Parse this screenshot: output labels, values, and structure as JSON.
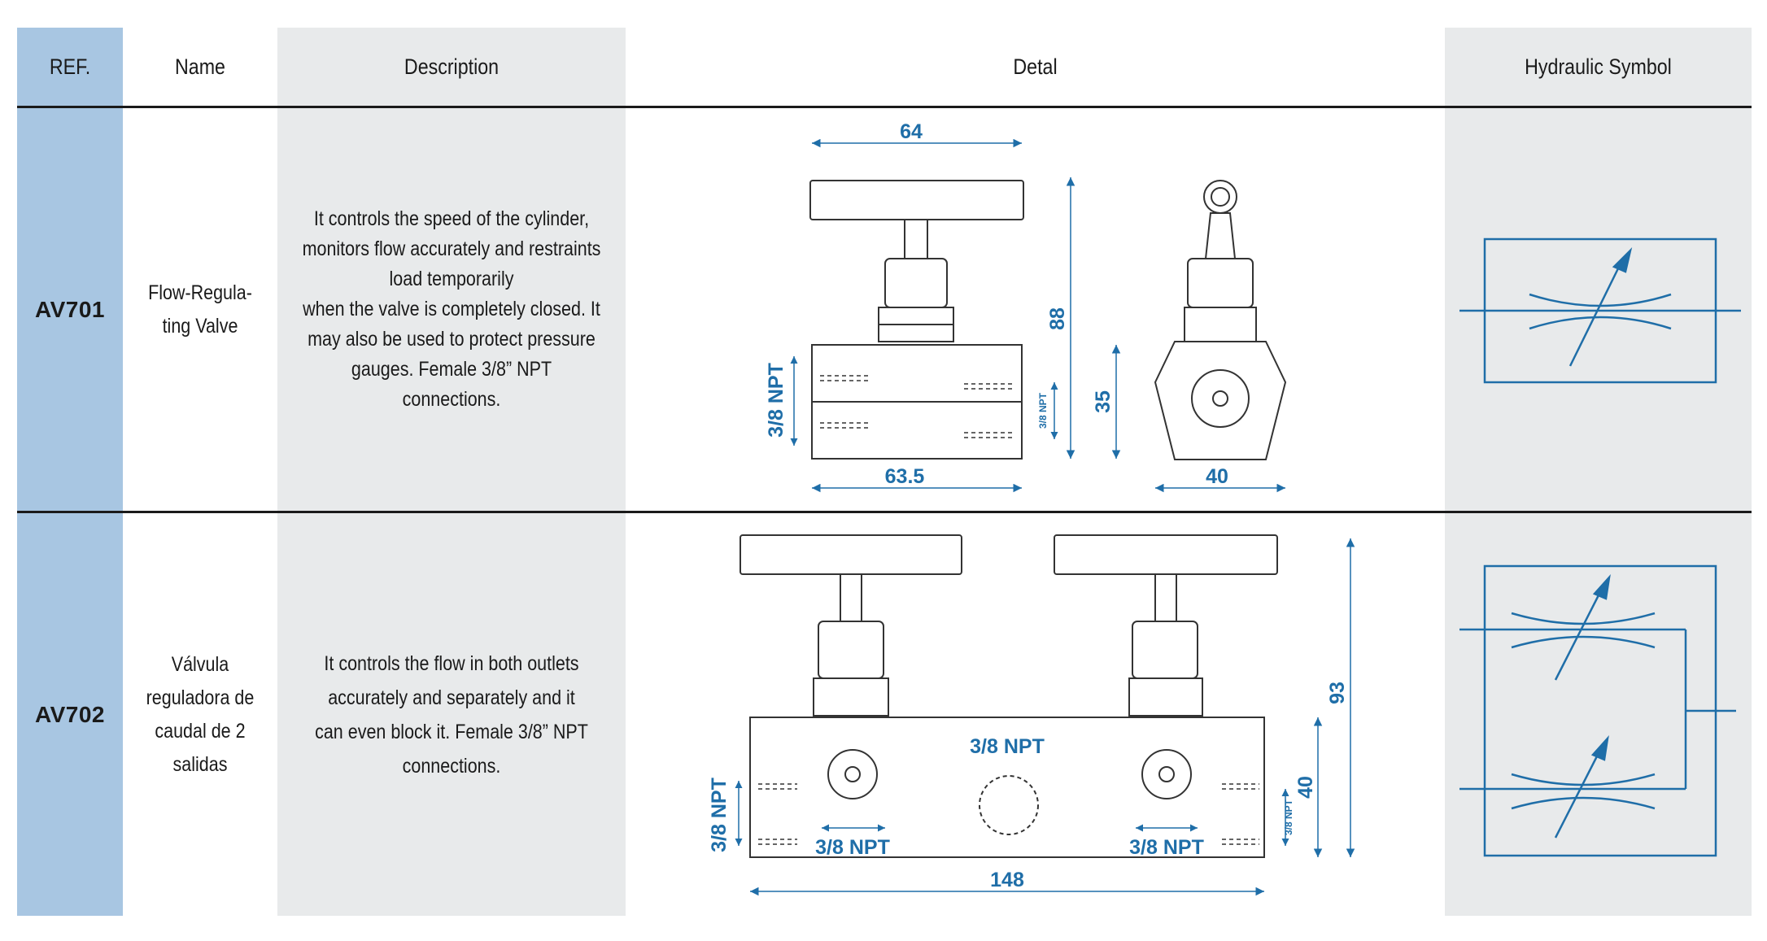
{
  "header": {
    "ref": "REF.",
    "name": "Name",
    "description": "Description",
    "detail": "Detal",
    "symbol": "Hydraulic Symbol"
  },
  "rows": [
    {
      "ref": "AV701",
      "name": "Flow-Regula-\nting Valve",
      "description": "It controls the speed of the cylinder,\nmonitors flow accurately and restraints\nload temporarily\nwhen the valve is completely closed. It\nmay also be used to protect pressure\ngauges. Female 3/8” NPT connections.",
      "dims": {
        "top_width": "64",
        "height": "88",
        "port": "3/8 NPT",
        "body_length": "63.5",
        "side_height": "35",
        "side_width": "40",
        "port_small": "3/8 NPT"
      }
    },
    {
      "ref": "AV702",
      "name": "Válvula\nreguladora de\ncaudal de 2\nsalidas",
      "description": "It controls the flow in both outlets\naccurately and separately and it\ncan even block it. Female 3/8” NPT\nconnections.",
      "dims": {
        "center_port": "3/8 NPT",
        "left_port": "3/8 NPT",
        "bottom_left_port": "3/8 NPT",
        "bottom_right_port": "3/8 NPT",
        "length": "148",
        "height": "93",
        "body_height": "40",
        "port_small": "3/8 NPT"
      }
    }
  ],
  "colors": {
    "ref_band": "#a8c6e2",
    "grey_band": "#e8eaeb",
    "dimension": "#1f6ea8",
    "rule": "#1a1a1a"
  }
}
